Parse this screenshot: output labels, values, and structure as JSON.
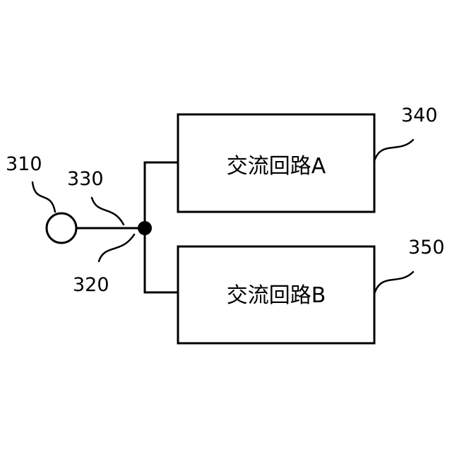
{
  "labels": {
    "source": "310",
    "junction": "320",
    "wire": "330",
    "circuit_a": "340",
    "circuit_b": "350"
  },
  "boxes": {
    "a": "交流回路A",
    "b": "交流回路B"
  }
}
